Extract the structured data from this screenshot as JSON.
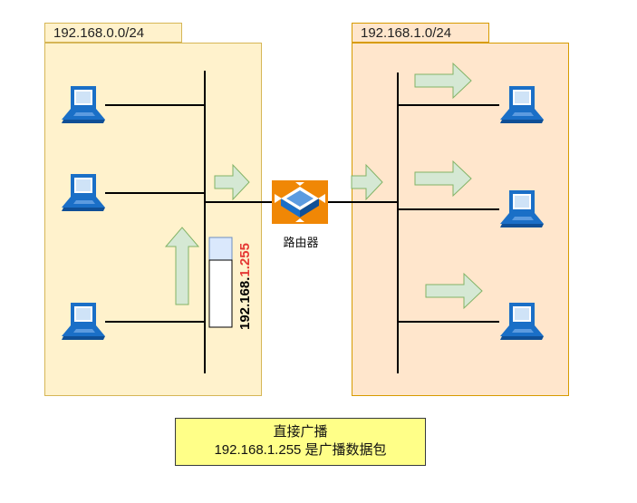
{
  "subnets": {
    "left": {
      "label": "192.168.0.0/24"
    },
    "right": {
      "label": "192.168.1.0/24"
    }
  },
  "router": {
    "label": "路由器",
    "icon": "router-icon"
  },
  "packet": {
    "address_prefix": "192.168.",
    "address_suffix": "1.255"
  },
  "caption": {
    "line1": "直接广播",
    "line2": "192.168.1.255 是广播数据包"
  },
  "colors": {
    "left_fill": "#fff2cc",
    "left_border": "#d6b656",
    "right_fill": "#ffe6cc",
    "right_border": "#d79b00",
    "arrow_fill": "#d5e8d4",
    "arrow_stroke": "#82b366",
    "router_fill": "#f08705",
    "laptop_blue": "#1a6fc7",
    "caption_fill": "#ffff88",
    "highlight_red": "#e53935"
  }
}
